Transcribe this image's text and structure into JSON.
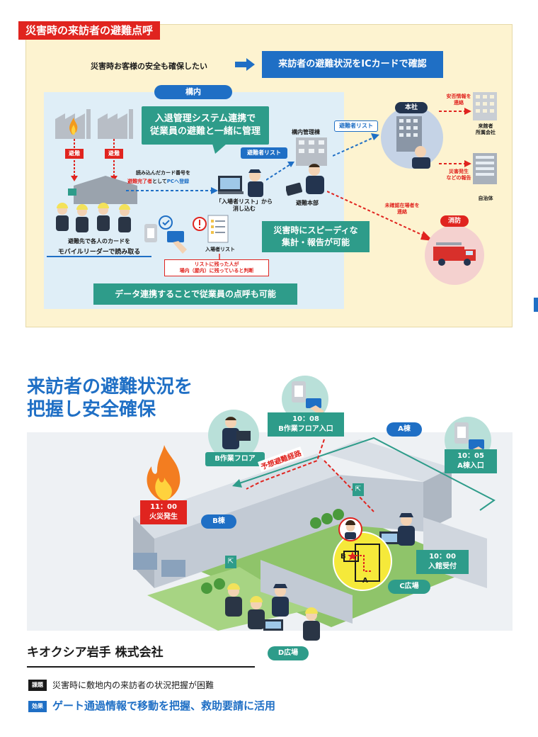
{
  "top": {
    "title": "災害時の来訪者の避難点呼",
    "wish": "災害時お客様の安全も確保したい",
    "solution": "来訪者の避難状況をICカードで確認",
    "premises_label": "構内",
    "callout_integration": "入退管理システム連携で\n従業員の避難と一緒に管理",
    "evac_tag_left": "避難",
    "evac_tag_right": "避難",
    "read_card_line1": "読み込んだカード番号を",
    "read_card_line2_red": "避難完了者",
    "read_card_line2_mid": "として",
    "read_card_line2_blue": "PCへ登録",
    "evacuee_list_tag1": "避難者リスト",
    "evacuee_list_tag2": "避難者リスト",
    "admin_building": "構内管理棟",
    "hq": "本社",
    "hq_arrow1": "安否情報を\n連絡",
    "hq_target1": "来館者\n所属会社",
    "hq_arrow2": "災害発生\nなどの報告",
    "hq_target2": "自治体",
    "entry_list_erase": "「入場者リスト」から\n消し込む",
    "evac_hq": "避難本部",
    "unconfirmed": "未確認在場者を\n連絡",
    "fire_dept": "消防",
    "speedy": "災害時にスピーディな\n集計・報告が可能",
    "mobile_reader1": "避難先で各人のカードを",
    "mobile_reader2": "モバイルリーダーで読み取る",
    "entry_list": "入場者リスト",
    "remain_note": "リストに残った人が\n場内（屋内）に残っていると判断",
    "data_link": "データ連携することで従業員の点呼も可能"
  },
  "bottom": {
    "headline": "来訪者の避難状況を\n把握し安全確保",
    "building_a": "A棟",
    "building_b": "B棟",
    "plaza_c": "C広場",
    "plaza_d": "D広場",
    "b_floor": "B作業フロア",
    "t_1008": "10：08\nB作業フロア入口",
    "t_1005": "10：05\nA棟入口",
    "t_1000": "10：00\n入館受付",
    "t_1100": "11：00\n火災発生",
    "route": "予想避難経路",
    "map_b": "B",
    "map_a": "A",
    "company": "キオクシア岩手 株式会社",
    "issue_tag": "課題",
    "issue": "災害時に敷地内の来訪者の状況把握が困難",
    "effect_tag": "効果",
    "effect": "ゲート通過情報で移動を把握、救助要請に活用"
  },
  "colors": {
    "red": "#e0241f",
    "blue": "#1f6fc5",
    "teal": "#2e9c8a",
    "cream": "#fdf3d0",
    "lightblue": "#dfeef7"
  }
}
